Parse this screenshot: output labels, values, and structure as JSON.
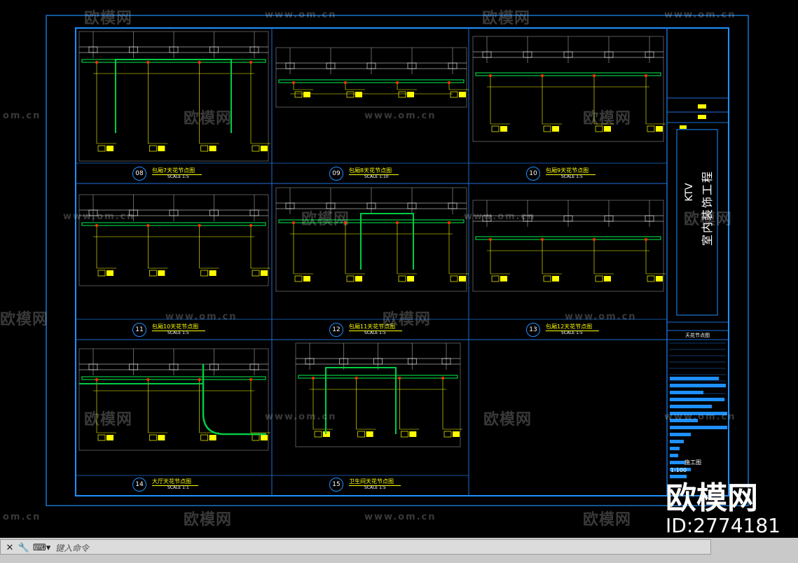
{
  "colors": {
    "frame": "#1e90ff",
    "grid": "#1c6fd6",
    "yellow": "#ffff00",
    "green": "#00cc44",
    "white": "#ffffff",
    "wm": "#ffffff"
  },
  "panels": [
    {
      "num": "08",
      "title": "包厢7天花节点图",
      "scale": "SCALE 1:5"
    },
    {
      "num": "09",
      "title": "包厢8天花节点图",
      "scale": "SCALE 1:10"
    },
    {
      "num": "10",
      "title": "包厢9天花节点图",
      "scale": "SCALE 1:5"
    },
    {
      "num": "11",
      "title": "包厢10天花节点图",
      "scale": "SCALE 1:5"
    },
    {
      "num": "12",
      "title": "包厢11天花节点图",
      "scale": "SCALE 1:5"
    },
    {
      "num": "13",
      "title": "包厢12天花节点图",
      "scale": "SCALE 1:5"
    },
    {
      "num": "14",
      "title": "大厅天花节点图",
      "scale": "SCALE 1:1"
    },
    {
      "num": "15",
      "title": "卫生间天花节点图",
      "scale": "SCALE 1:5"
    }
  ],
  "titleblock": {
    "project_en": "KTV",
    "project_cn": "室内装饰工程",
    "drawing_name": "天花节点图",
    "stage": "施工图",
    "scale": "1:100"
  },
  "watermarks": {
    "brand": "欧模网",
    "url": "www.om.cn",
    "url_short": "om.cn"
  },
  "brand_badge": {
    "name": "欧模网",
    "id": "ID:2774181"
  },
  "command_line": {
    "placeholder": "键入命令",
    "icon_close": "close-icon",
    "icon_wrench": "wrench-icon",
    "icon_prompt": "command-prompt-icon"
  }
}
